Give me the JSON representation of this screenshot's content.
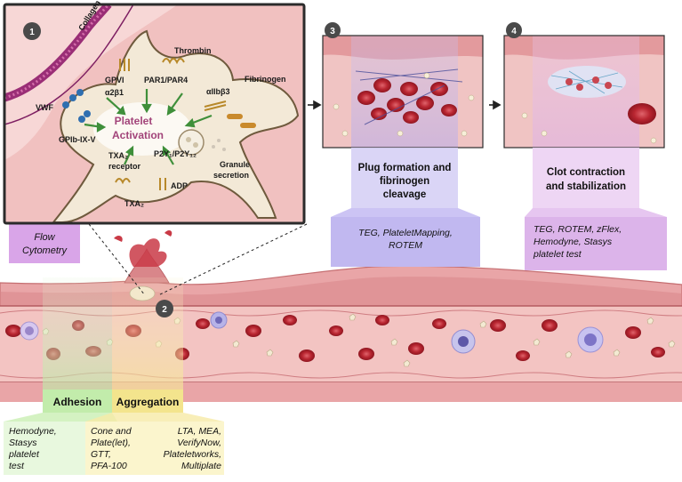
{
  "steps": {
    "s1": "1",
    "s2": "2",
    "s3": "3",
    "s4": "4"
  },
  "panel1": {
    "collagen": "Collagen",
    "thrombin": "Thrombin",
    "gpvi": "GPVI",
    "par": "PAR1/PAR4",
    "a2b1": "α2β1",
    "vwf": "VWF",
    "fibrinogen": "Fibrinogen",
    "aiib3": "αIIbβ3",
    "gpib": "GPIb-IX-V",
    "activation_line1": "Platelet",
    "activation_line2": "Activation",
    "txa2_receptor_line1": "TXA₂",
    "txa2_receptor_line2": "receptor",
    "p2y": "P2Y₁/P2Y₁₂",
    "adp": "ADP",
    "txa2": "TXA₂",
    "granule_line1": "Granule",
    "granule_line2": "secretion"
  },
  "flow": {
    "line1": "Flow",
    "line2": "Cytometry"
  },
  "panel3": {
    "title_line1": "Plug formation and",
    "title_line2": "fibrinogen",
    "title_line3": "cleavage",
    "tests_line1": "TEG, PlateletMapping,",
    "tests_line2": "ROTEM"
  },
  "panel4": {
    "title_line1": "Clot contraction",
    "title_line2": "and stabilization",
    "tests_line1": "TEG, ROTEM, zFlex,",
    "tests_line2": "Hemodyne, Stasys",
    "tests_line3": "platelet test"
  },
  "adhesion": {
    "label": "Adhesion",
    "tests": [
      "Hemodyne,",
      "Stasys",
      "platelet",
      "test"
    ]
  },
  "aggregation": {
    "label": "Aggregation",
    "tests_left": [
      "Cone and",
      "Plate(let),",
      "GTT,",
      "PFA-100"
    ],
    "tests_right": [
      "LTA, MEA,",
      "VerifyNow,",
      "Plateletworks,",
      "Multiplate"
    ]
  },
  "colors": {
    "vessel": "#e8a1a3",
    "vessel_wall": "#c97476",
    "lumen": "#f3c3c1",
    "rbc": "#b4232e",
    "platelet": "#efe4cc",
    "panel_border": "#2b2b2b",
    "panel3_tint": "#c9c3f0",
    "panel4_tint": "#e6c6ee",
    "adhesion_tint": "#cfeec0",
    "aggregation_tint": "#f7eeb5",
    "flow_tint": "#d8a6e6"
  }
}
